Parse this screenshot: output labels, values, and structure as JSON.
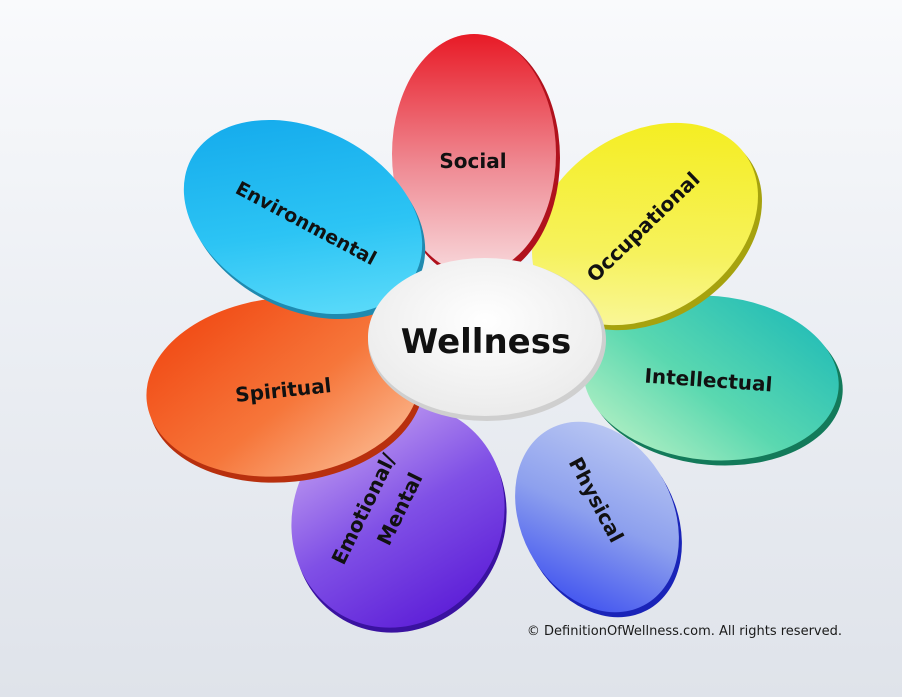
{
  "center": {
    "label": "Wellness"
  },
  "petals": [
    {
      "label": "Social",
      "color": "#e8323c"
    },
    {
      "label": "Occupational",
      "color": "#f2ec1c"
    },
    {
      "label": "Intellectual",
      "color": "#2cc6b0"
    },
    {
      "label": "Physical",
      "color": "#3c4ee6"
    },
    {
      "label": "Emotional/",
      "label2": "Mental",
      "color": "#6a2ee0"
    },
    {
      "label": "Spiritual",
      "color": "#f05a1a"
    },
    {
      "label": "Environmental",
      "color": "#1fb0ec"
    }
  ],
  "footer": {
    "copyright": "© DefinitionOfWellness.com. All rights reserved."
  }
}
